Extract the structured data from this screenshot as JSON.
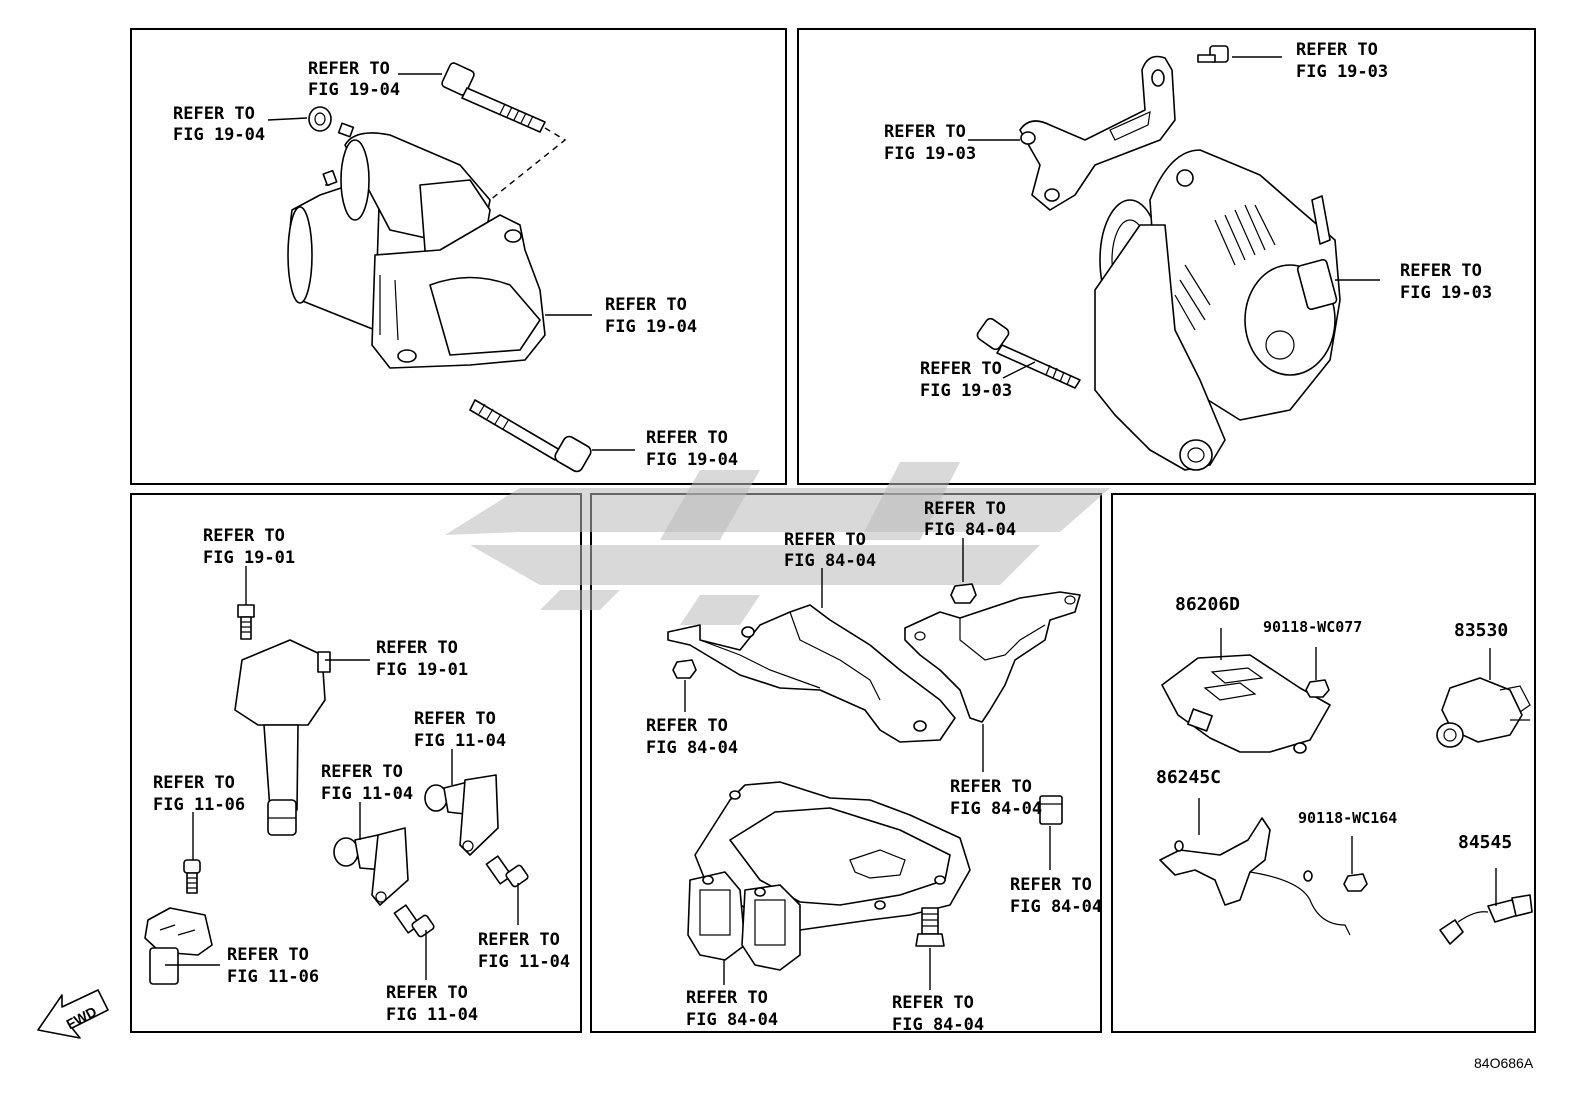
{
  "labels": {
    "starter_bolt_top": [
      "REFER TO",
      "FIG 19-04"
    ],
    "starter_nut": [
      "REFER TO",
      "FIG 19-04"
    ],
    "starter_body": [
      "REFER TO",
      "FIG 19-04"
    ],
    "starter_bolt_bottom": [
      "REFER TO",
      "FIG 19-04"
    ],
    "alt_bolt_top": [
      "REFER TO",
      "FIG 19-03"
    ],
    "alt_bracket": [
      "REFER TO",
      "FIG 19-03"
    ],
    "alt_body": [
      "REFER TO",
      "FIG 19-03"
    ],
    "alt_bolt_long": [
      "REFER TO",
      "FIG 19-03"
    ],
    "coil_bolt": [
      "REFER TO",
      "FIG 19-01"
    ],
    "coil_body": [
      "REFER TO",
      "FIG 19-01"
    ],
    "sensor_a": [
      "REFER TO",
      "FIG 11-04"
    ],
    "sensor_b": [
      "REFER TO",
      "FIG 11-04"
    ],
    "sensor_bolt_left": [
      "REFER TO",
      "FIG 11-06"
    ],
    "sensor_left": [
      "REFER TO",
      "FIG 11-06"
    ],
    "sensor_b_bolt": [
      "REFER TO",
      "FIG 11-04"
    ],
    "sensor_a_bolt": [
      "REFER TO",
      "FIG 11-04"
    ],
    "ecu_cover": [
      "REFER TO",
      "FIG 84-04"
    ],
    "ecu_bracket_nut": [
      "REFER TO",
      "FIG 84-04"
    ],
    "ecu_cover_nut": [
      "REFER TO",
      "FIG 84-04"
    ],
    "ecu_bracket": [
      "REFER TO",
      "FIG 84-04"
    ],
    "relay": [
      "REFER TO",
      "FIG 84-04"
    ],
    "ecu_body": [
      "REFER TO",
      "FIG 84-04"
    ],
    "ecu_bolt": [
      "REFER TO",
      "FIG 84-04"
    ]
  },
  "parts": {
    "module_86206D": "86206D",
    "nut_90118_WC077": "90118-WC077",
    "switch_83530": "83530",
    "bracket_86245C": "86245C",
    "nut_90118_WC164": "90118-WC164",
    "sensor_84545": "84545"
  },
  "fwd_label": "FWD",
  "drawing_code": "84O686A"
}
